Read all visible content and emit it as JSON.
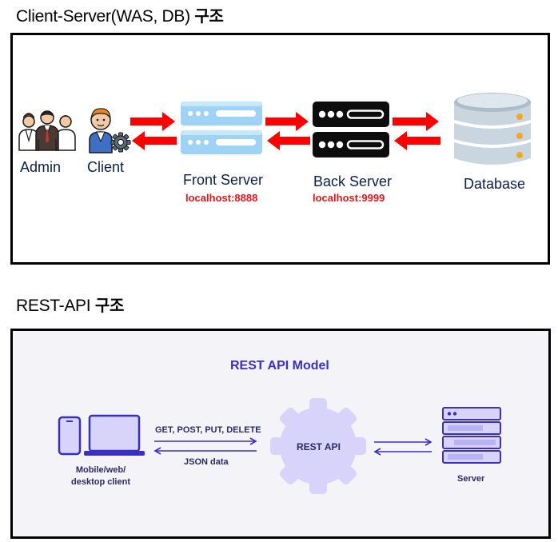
{
  "section1": {
    "title": "Client-Server(WAS, DB)",
    "title_suffix": "구조",
    "nodes": {
      "admin": "Admin",
      "client": "Client",
      "front_server": "Front Server",
      "front_server_address": "localhost:8888",
      "back_server": "Back Server",
      "back_server_address": "localhost:9999",
      "database": "Database"
    }
  },
  "section2": {
    "title": "REST-API",
    "title_suffix": "구조",
    "diagram": {
      "heading": "REST API Model",
      "request_methods": "GET, POST, PUT, DELETE",
      "response_format": "JSON data",
      "hub": "REST API",
      "client_line1": "Mobile/web/",
      "client_line2": "desktop client",
      "server": "Server"
    }
  },
  "colors": {
    "arrow_red": "#ff0000",
    "rest_accent": "#3b2fc2",
    "rest_light": "#d7d3fb",
    "server_blue": "#9fd3f5"
  },
  "icons": [
    "people-group-icon",
    "client-user-icon",
    "gear-icon",
    "server-rack-icon",
    "database-icon",
    "phone-icon",
    "laptop-icon",
    "server-stack-icon"
  ]
}
